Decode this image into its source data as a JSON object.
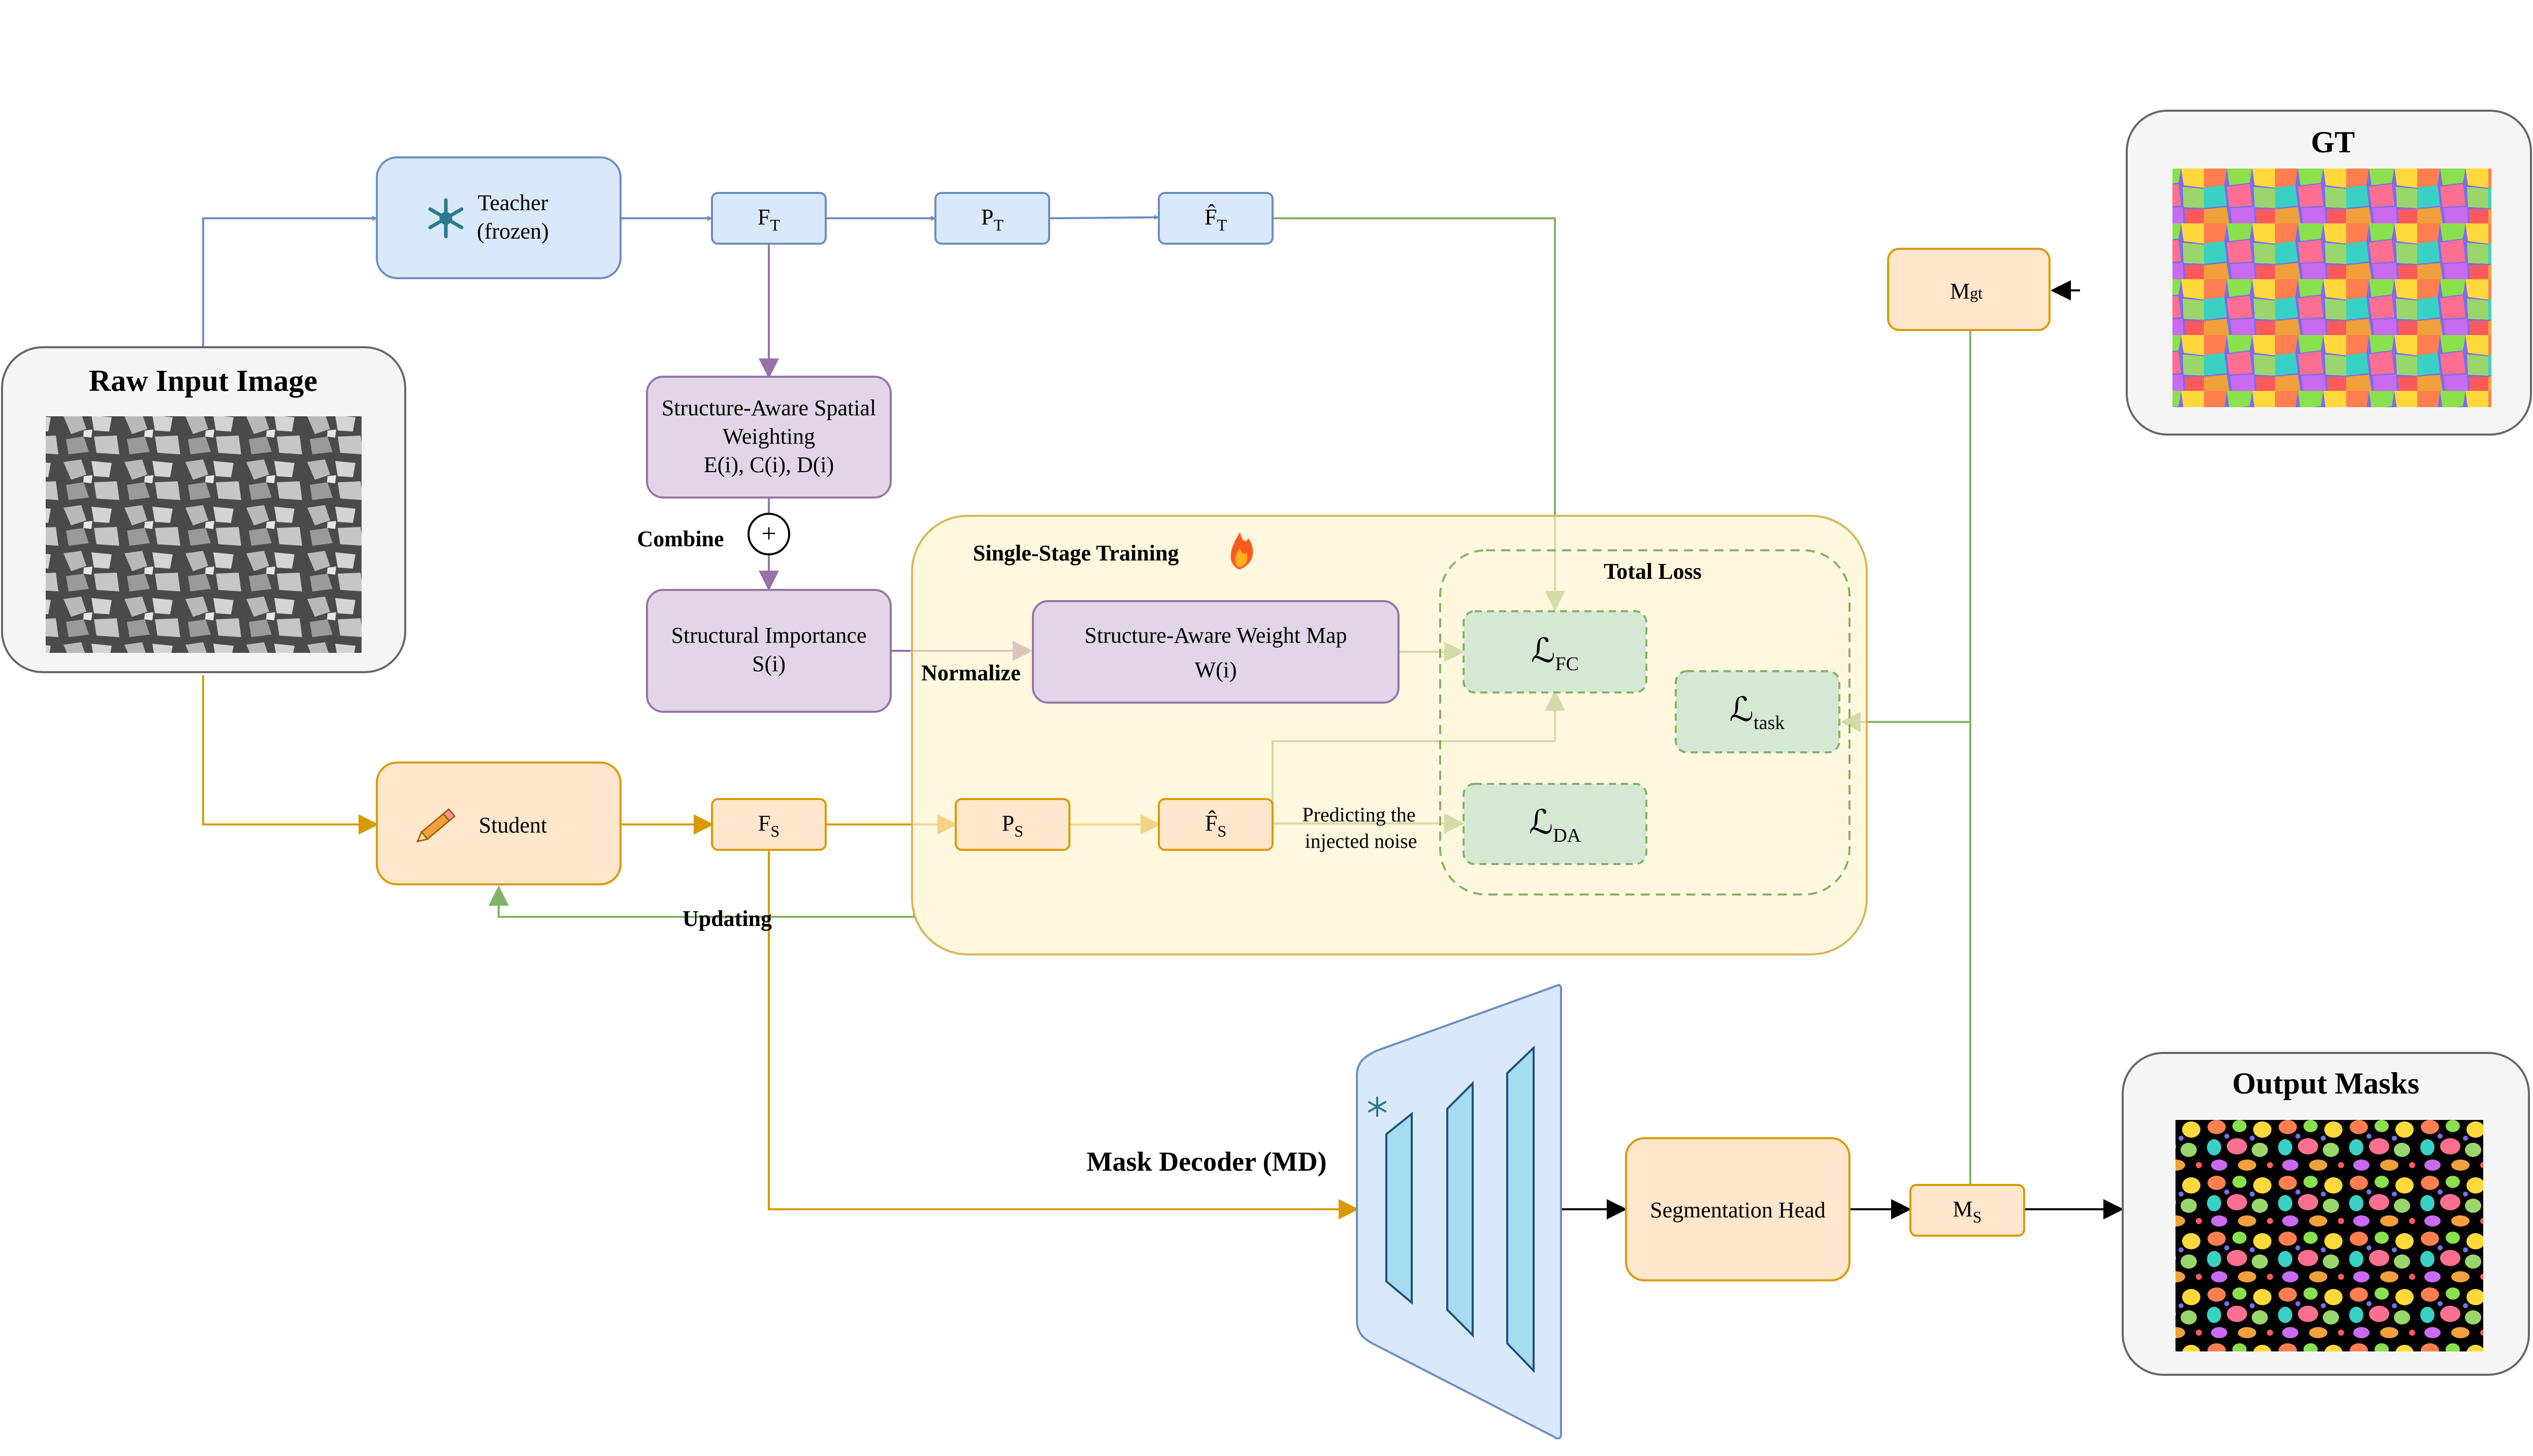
{
  "panels": {
    "raw_input": {
      "title": "Raw Input Image"
    },
    "gt": {
      "title": "GT"
    },
    "output_masks": {
      "title": "Output Masks"
    }
  },
  "teacher": {
    "line1": "Teacher",
    "line2": "(frozen)",
    "icon": "snowflake-icon"
  },
  "student": {
    "label": "Student",
    "icon": "pencil-icon"
  },
  "teacher_features": {
    "f": "F",
    "f_sub": "T",
    "p": "P",
    "p_sub": "T",
    "fhat": "F̂",
    "fhat_sub": "T"
  },
  "student_features": {
    "f": "F",
    "f_sub": "S",
    "p": "P",
    "p_sub": "S",
    "fhat": "F̂",
    "fhat_sub": "S"
  },
  "spatial_weighting": {
    "line1": "Structure-Aware Spatial",
    "line2": "Weighting",
    "line3": "E(i), C(i), D(i)"
  },
  "combine": {
    "label": "Combine",
    "symbol": "+"
  },
  "structural_importance": {
    "line1": "Structural Importance",
    "line2": "S(i)"
  },
  "normalize": {
    "label": "Normalize"
  },
  "single_stage": {
    "label": "Single-Stage Training",
    "icon": "fire-icon"
  },
  "weight_map": {
    "line1": "Structure-Aware Weight Map",
    "line2": "W(i)"
  },
  "total_loss": {
    "label": "Total Loss"
  },
  "losses": {
    "fc": {
      "symbol": "ℒ",
      "sub": "FC"
    },
    "task": {
      "symbol": "ℒ",
      "sub": "task"
    },
    "da": {
      "symbol": "ℒ",
      "sub": "DA"
    }
  },
  "noise_note": {
    "line1": "Predicting the",
    "line2": "injected noise"
  },
  "updating": {
    "label": "Updating"
  },
  "mgt": {
    "main": "M",
    "sub": "gt"
  },
  "ms": {
    "main": "M",
    "sub": "S"
  },
  "mask_decoder": {
    "label": "Mask Decoder (MD)",
    "icon": "snowflake-icon"
  },
  "seg_head": {
    "label": "Segmentation Head"
  },
  "colors": {
    "blue_fill": "#dae8fc",
    "blue_stroke": "#6c8ebf",
    "orange_fill": "#ffe6cc",
    "orange_stroke": "#d79b00",
    "purple_fill": "#e1d5e7",
    "purple_stroke": "#9673a6",
    "green_fill": "#d5e8d4",
    "green_stroke": "#82b366",
    "yellow_fill": "#fff2cc",
    "yellow_stroke": "#d6b656",
    "panel_fill": "#f5f5f5",
    "panel_stroke": "#666666"
  }
}
